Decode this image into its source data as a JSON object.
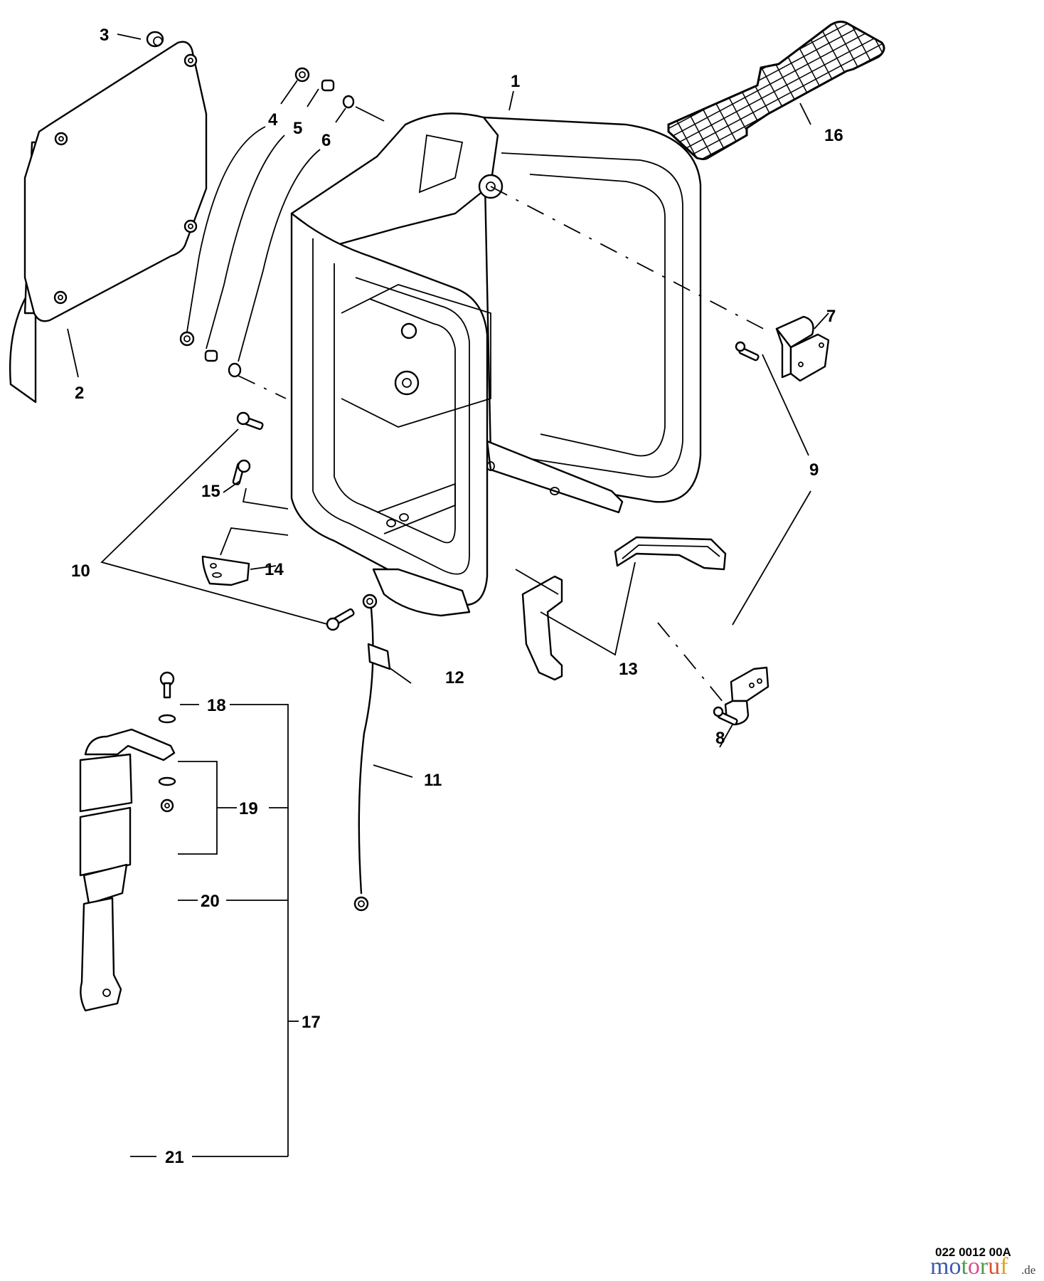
{
  "diagram": {
    "type": "exploded-parts-view",
    "drawing_number": "022 0012 00A",
    "watermark": {
      "letters": [
        "m",
        "o",
        "t",
        "o",
        "r",
        "u",
        "f"
      ],
      "colors": [
        "#3b5bab",
        "#3b5bab",
        "#4c9d4c",
        "#d94f8c",
        "#4c9d4c",
        "#d9542f",
        "#e3a21a"
      ],
      "suffix": ".de"
    },
    "callouts": [
      {
        "id": "1",
        "part": "frame"
      },
      {
        "id": "2",
        "part": "cover-plate"
      },
      {
        "id": "3",
        "part": "grommet"
      },
      {
        "id": "4",
        "part": "nut"
      },
      {
        "id": "5",
        "part": "bushing"
      },
      {
        "id": "6",
        "part": "washer"
      },
      {
        "id": "7",
        "part": "upper-clamp"
      },
      {
        "id": "8",
        "part": "lower-clamp"
      },
      {
        "id": "9",
        "part": "screws"
      },
      {
        "id": "10",
        "part": "bolts"
      },
      {
        "id": "11",
        "part": "ground-wire"
      },
      {
        "id": "12",
        "part": "pad"
      },
      {
        "id": "13",
        "part": "handle-and-bracket"
      },
      {
        "id": "14",
        "part": "bracket"
      },
      {
        "id": "15",
        "part": "bolt"
      },
      {
        "id": "16",
        "part": "back-pad-mesh"
      },
      {
        "id": "17",
        "part": "strap-assembly"
      },
      {
        "id": "18",
        "part": "screw"
      },
      {
        "id": "19",
        "part": "washers"
      },
      {
        "id": "20",
        "part": "nut"
      },
      {
        "id": "21",
        "part": "strap"
      }
    ]
  }
}
